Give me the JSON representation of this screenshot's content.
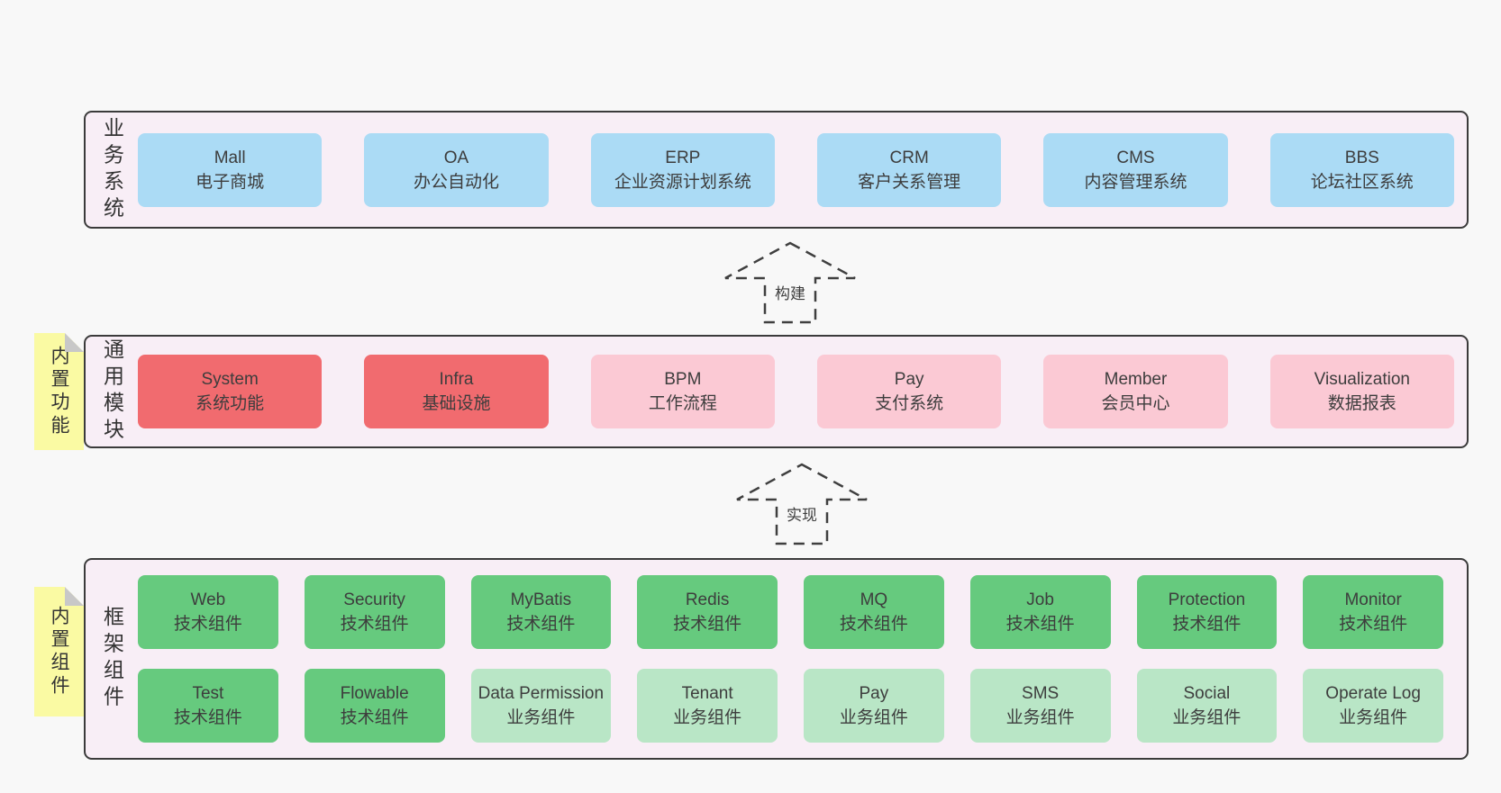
{
  "colors": {
    "page_bg": "#f8f8f8",
    "layer_bg": "#f8eef6",
    "layer_border": "#3b3b3b",
    "blue": "#abdbf5",
    "red": "#f16b6f",
    "pink": "#fbc9d4",
    "green": "#66ca7e",
    "green_light": "#b9e6c6",
    "note_bg": "#fafaa3",
    "note_fold": "#c8c8c8",
    "text": "#3d3d3d"
  },
  "layers": [
    {
      "label": "业务系统",
      "note": null,
      "rows": [
        [
          {
            "title": "Mall",
            "subtitle": "电子商城",
            "color": "blue"
          },
          {
            "title": "OA",
            "subtitle": "办公自动化",
            "color": "blue"
          },
          {
            "title": "ERP",
            "subtitle": "企业资源计划系统",
            "color": "blue"
          },
          {
            "title": "CRM",
            "subtitle": "客户关系管理",
            "color": "blue"
          },
          {
            "title": "CMS",
            "subtitle": "内容管理系统",
            "color": "blue"
          },
          {
            "title": "BBS",
            "subtitle": "论坛社区系统",
            "color": "blue"
          }
        ]
      ]
    },
    {
      "label": "通用模块",
      "note": "内置功能",
      "rows": [
        [
          {
            "title": "System",
            "subtitle": "系统功能",
            "color": "red"
          },
          {
            "title": "Infra",
            "subtitle": "基础设施",
            "color": "red"
          },
          {
            "title": "BPM",
            "subtitle": "工作流程",
            "color": "pink"
          },
          {
            "title": "Pay",
            "subtitle": "支付系统",
            "color": "pink"
          },
          {
            "title": "Member",
            "subtitle": "会员中心",
            "color": "pink"
          },
          {
            "title": "Visualization",
            "subtitle": "数据报表",
            "color": "pink"
          }
        ]
      ]
    },
    {
      "label": "框架组件",
      "note": "内置组件",
      "rows": [
        [
          {
            "title": "Web",
            "subtitle": "技术组件",
            "color": "green"
          },
          {
            "title": "Security",
            "subtitle": "技术组件",
            "color": "green"
          },
          {
            "title": "MyBatis",
            "subtitle": "技术组件",
            "color": "green"
          },
          {
            "title": "Redis",
            "subtitle": "技术组件",
            "color": "green"
          },
          {
            "title": "MQ",
            "subtitle": "技术组件",
            "color": "green"
          },
          {
            "title": "Job",
            "subtitle": "技术组件",
            "color": "green"
          },
          {
            "title": "Protection",
            "subtitle": "技术组件",
            "color": "green"
          },
          {
            "title": "Monitor",
            "subtitle": "技术组件",
            "color": "green"
          }
        ],
        [
          {
            "title": "Test",
            "subtitle": "技术组件",
            "color": "green"
          },
          {
            "title": "Flowable",
            "subtitle": "技术组件",
            "color": "green"
          },
          {
            "title": "Data Permission",
            "subtitle": "业务组件",
            "color": "green_light"
          },
          {
            "title": "Tenant",
            "subtitle": "业务组件",
            "color": "green_light"
          },
          {
            "title": "Pay",
            "subtitle": "业务组件",
            "color": "green_light"
          },
          {
            "title": "SMS",
            "subtitle": "业务组件",
            "color": "green_light"
          },
          {
            "title": "Social",
            "subtitle": "业务组件",
            "color": "green_light"
          },
          {
            "title": "Operate Log",
            "subtitle": "业务组件",
            "color": "green_light"
          }
        ]
      ]
    }
  ],
  "arrows": [
    {
      "label": "构建"
    },
    {
      "label": "实现"
    }
  ]
}
